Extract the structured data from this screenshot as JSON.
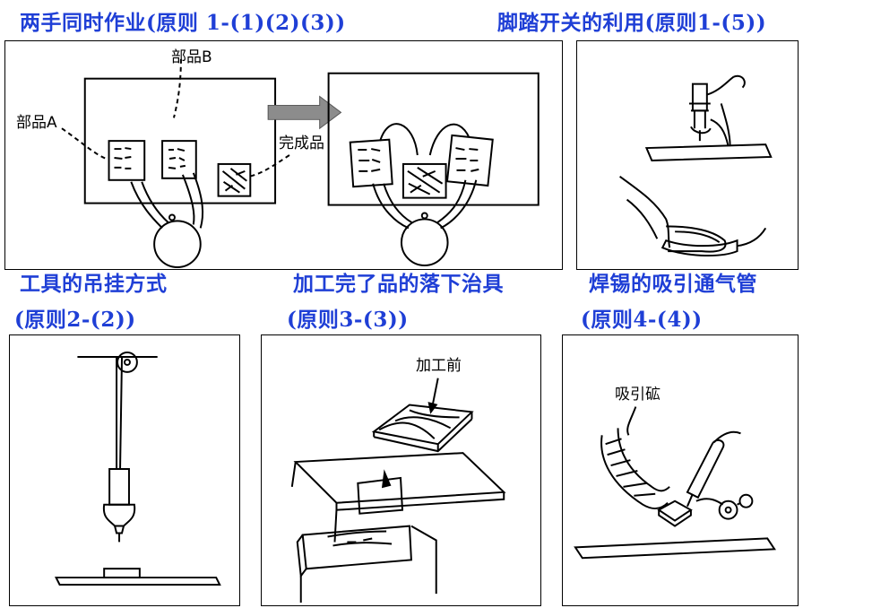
{
  "headings": {
    "two_hands": "两手同时作业(原则  1-(1)(2)(3))",
    "foot_switch": "脚踏开关的利用(原则1-(5))",
    "tool_hanging": "工具的吊挂方式",
    "tool_hanging_rule": "(原则2-(2))",
    "drop_fixture": "加工完了品的落下治具",
    "drop_fixture_rule": "(原则3-(3))",
    "solder_suction": "焊锡的吸引通气管",
    "solder_suction_rule": "(原则4-(4))"
  },
  "labels": {
    "part_b": "部品B",
    "part_a": "部品A",
    "finished": "完成品",
    "before_processing": "加工前",
    "suction_pipe": "吸引砿"
  },
  "colors": {
    "heading": "#1f3fd6",
    "line": "#000000",
    "arrow": "#8c8c8c"
  }
}
